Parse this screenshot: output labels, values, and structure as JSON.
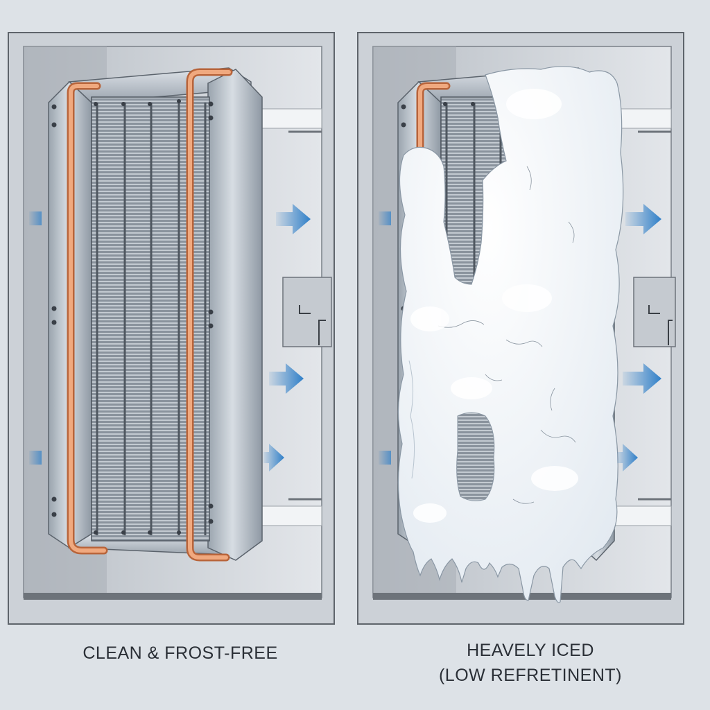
{
  "panels": [
    {
      "id": "clean",
      "caption": "CLEAN & FROST-FREE"
    },
    {
      "id": "iced",
      "caption_line1": "HEAVELY ICED",
      "caption_line2": "(LOW REFRETINENT)"
    }
  ],
  "colors": {
    "background": "#dde2e7",
    "frame": "#c9ced4",
    "frame_inner": "#8e949b",
    "coil_metal": "#b7c0c9",
    "copper_pipe": "#e59a6d",
    "airflow_arrow": "#2f7fc8",
    "ice": "#f4f7fa"
  },
  "icons": {
    "airflow": "arrow-right",
    "coil": "evaporator-coil",
    "ice": "ice-buildup"
  }
}
